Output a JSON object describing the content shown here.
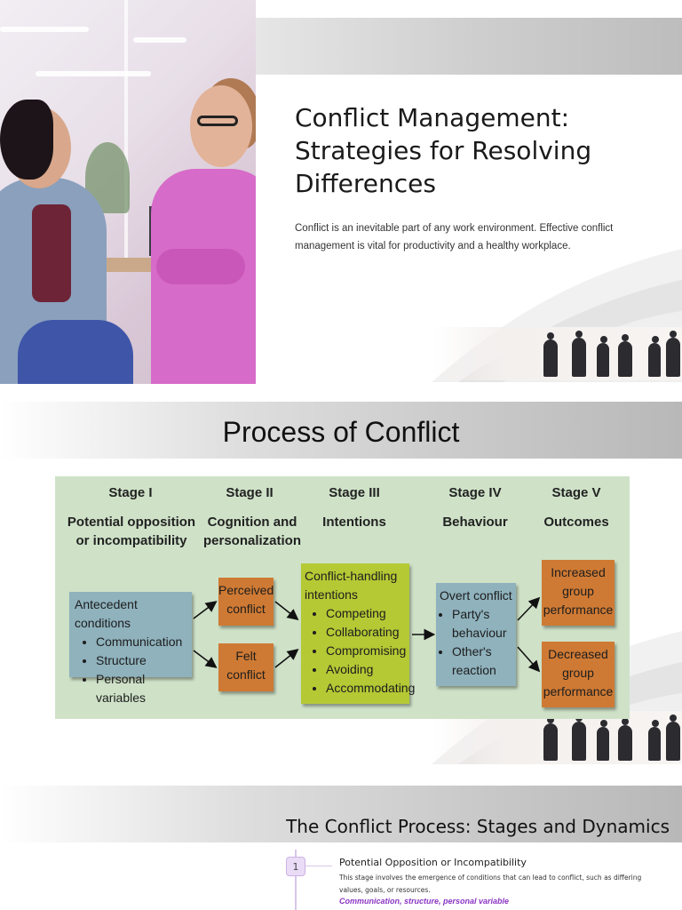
{
  "slide1": {
    "title": "Conflict Management: Strategies for Resolving Differences",
    "description": "Conflict is an inevitable part of any work environment. Effective conflict management is vital for productivity and a healthy workplace."
  },
  "slide2": {
    "title": "Process of Conflict",
    "diagram": {
      "stages": [
        {
          "label": "Stage I",
          "sub": "Potential opposition or incompatibility"
        },
        {
          "label": "Stage II",
          "sub": "Cognition and personalization"
        },
        {
          "label": "Stage III",
          "sub": "Intentions"
        },
        {
          "label": "Stage IV",
          "sub": "Behaviour"
        },
        {
          "label": "Stage V",
          "sub": "Outcomes"
        }
      ],
      "antecedent": {
        "heading": "Antecedent conditions",
        "items": [
          "Communication",
          "Structure",
          "Personal variables"
        ]
      },
      "perceived": "Perceived conflict",
      "felt": "Felt conflict",
      "intentions": {
        "heading": "Conflict-handling intentions",
        "items": [
          "Competing",
          "Collaborating",
          "Compromising",
          "Avoiding",
          "Accommodating"
        ]
      },
      "overt": {
        "heading": "Overt conflict",
        "items": [
          "Party's behaviour",
          "Other's reaction"
        ]
      },
      "increased": "Increased group performance",
      "decreased": "Decreased group performance"
    }
  },
  "slide3": {
    "title": "The Conflict Process: Stages and Dynamics",
    "step": {
      "number": "1",
      "heading": "Potential Opposition or Incompatibility",
      "description": "This stage involves the emergence of conditions that can lead to conflict, such as differing values, goals, or resources.",
      "tags": "Communication, structure, personal variable"
    }
  }
}
